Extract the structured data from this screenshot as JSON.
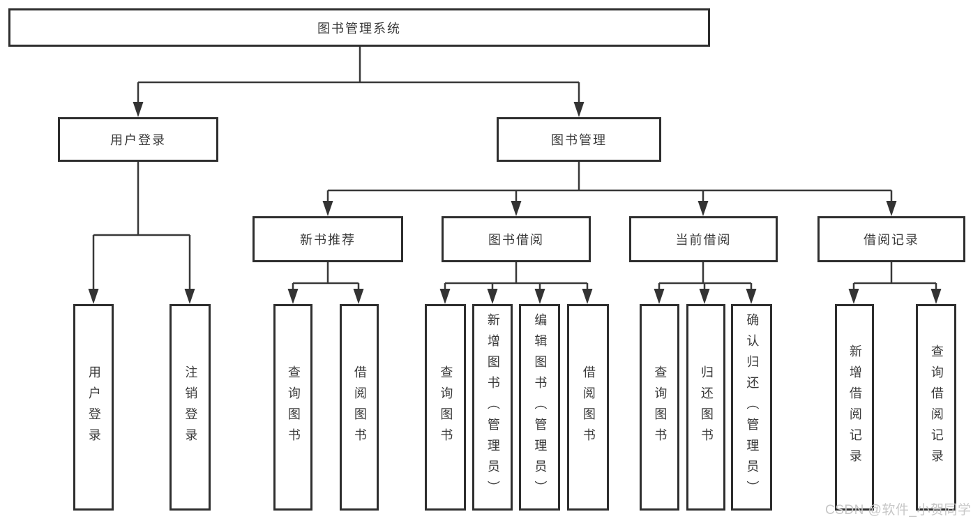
{
  "tree": {
    "root": {
      "label": "图书管理系统"
    },
    "branches": [
      {
        "label": "用户登录",
        "children": [
          {
            "label": "用户登录"
          },
          {
            "label": "注销登录"
          }
        ]
      },
      {
        "label": "图书管理",
        "children": [
          {
            "label": "新书推荐",
            "children": [
              {
                "label": "查询图书"
              },
              {
                "label": "借阅图书"
              }
            ]
          },
          {
            "label": "图书借阅",
            "children": [
              {
                "label": "查询图书"
              },
              {
                "label": "新增图书（管理员）"
              },
              {
                "label": "编辑图书（管理员）"
              },
              {
                "label": "借阅图书"
              }
            ]
          },
          {
            "label": "当前借阅",
            "children": [
              {
                "label": "查询图书"
              },
              {
                "label": "归还图书"
              },
              {
                "label": "确认归还（管理员）"
              }
            ]
          },
          {
            "label": "借阅记录",
            "children": [
              {
                "label": "新增借阅记录"
              },
              {
                "label": "查询借阅记录"
              }
            ]
          }
        ]
      }
    ]
  },
  "watermark": {
    "text": "CSDN @软件_小贺同学",
    "color": "#c7c7c7"
  },
  "colors": {
    "line": "#383838",
    "arrow": "#333333",
    "box_border": "#2e2e2e",
    "text": "#3a3a3a",
    "background": "#ffffff"
  }
}
